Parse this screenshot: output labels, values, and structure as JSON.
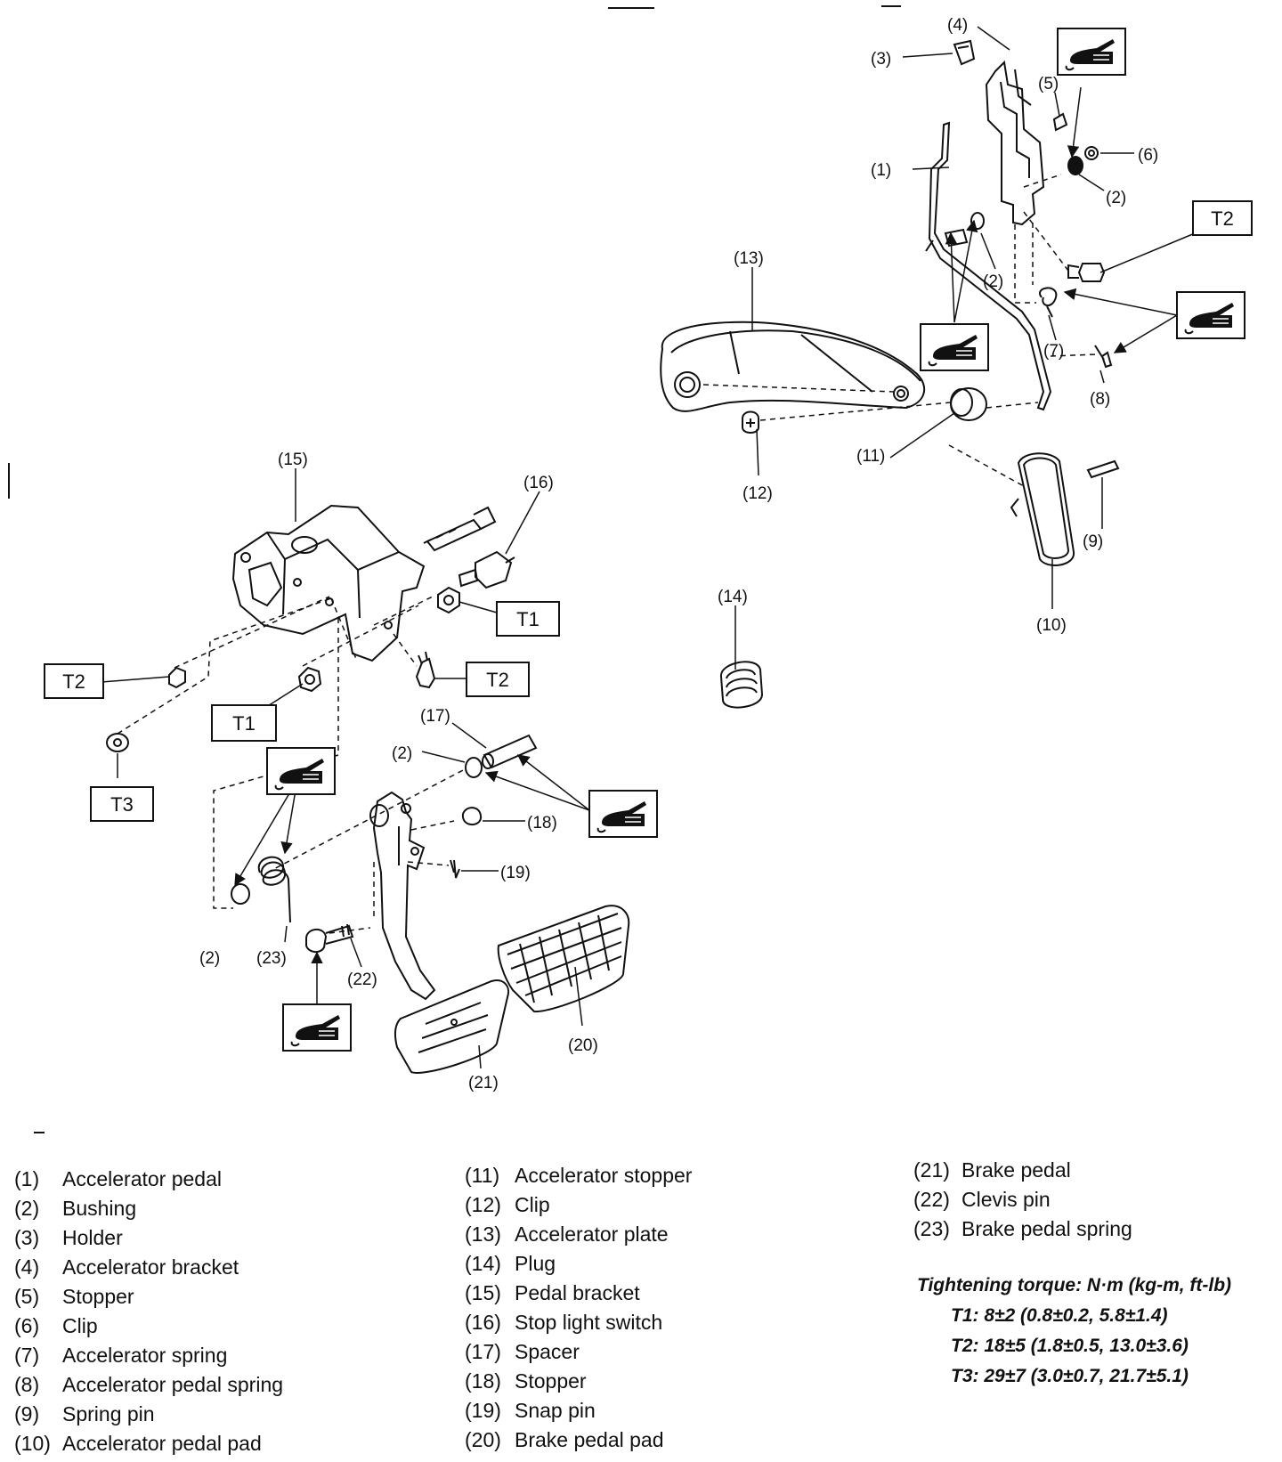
{
  "labels": {
    "l1a": "(1)",
    "l2a": "(2)",
    "l2b": "(2)",
    "l3": "(3)",
    "l4": "(4)",
    "l5": "(5)",
    "l6": "(6)",
    "l7": "(7)",
    "l8": "(8)",
    "l9": "(9)",
    "l10": "(10)",
    "l11": "(11)",
    "l12": "(12)",
    "l13": "(13)",
    "l14": "(14)",
    "l15": "(15)",
    "l16": "(16)",
    "l17": "(17)",
    "l2c": "(2)",
    "l18": "(18)",
    "l19": "(19)",
    "l2d": "(2)",
    "l23": "(23)",
    "l22": "(22)",
    "l20": "(20)",
    "l21": "(21)"
  },
  "torque_boxes": {
    "t2_right": "T2",
    "t1_upper": "T1",
    "t2_left": "T2",
    "t2_mid": "T2",
    "t1_lower": "T1",
    "t3": "T3"
  },
  "legend": {
    "col1": [
      {
        "num": "(1)",
        "name": "Accelerator pedal"
      },
      {
        "num": "(2)",
        "name": "Bushing"
      },
      {
        "num": "(3)",
        "name": "Holder"
      },
      {
        "num": "(4)",
        "name": "Accelerator bracket"
      },
      {
        "num": "(5)",
        "name": "Stopper"
      },
      {
        "num": "(6)",
        "name": "Clip"
      },
      {
        "num": "(7)",
        "name": "Accelerator spring"
      },
      {
        "num": "(8)",
        "name": "Accelerator pedal spring"
      },
      {
        "num": "(9)",
        "name": "Spring pin"
      },
      {
        "num": "(10)",
        "name": "Accelerator pedal pad"
      }
    ],
    "col2": [
      {
        "num": "(11)",
        "name": "Accelerator stopper"
      },
      {
        "num": "(12)",
        "name": "Clip"
      },
      {
        "num": "(13)",
        "name": "Accelerator plate"
      },
      {
        "num": "(14)",
        "name": "Plug"
      },
      {
        "num": "(15)",
        "name": "Pedal bracket"
      },
      {
        "num": "(16)",
        "name": "Stop light switch"
      },
      {
        "num": "(17)",
        "name": "Spacer"
      },
      {
        "num": "(18)",
        "name": "Stopper"
      },
      {
        "num": "(19)",
        "name": "Snap pin"
      },
      {
        "num": "(20)",
        "name": "Brake pedal pad"
      }
    ],
    "col3": [
      {
        "num": "(21)",
        "name": "Brake pedal"
      },
      {
        "num": "(22)",
        "name": "Clevis pin"
      },
      {
        "num": "(23)",
        "name": "Brake pedal spring"
      }
    ]
  },
  "torque": {
    "heading": "Tightening torque: N·m (kg-m, ft-lb)",
    "t1": "T1: 8±2 (0.8±0.2, 5.8±1.4)",
    "t2": "T2: 18±5 (1.8±0.5, 13.0±3.6)",
    "t3": "T3: 29±7 (3.0±0.7, 21.7±5.1)"
  }
}
